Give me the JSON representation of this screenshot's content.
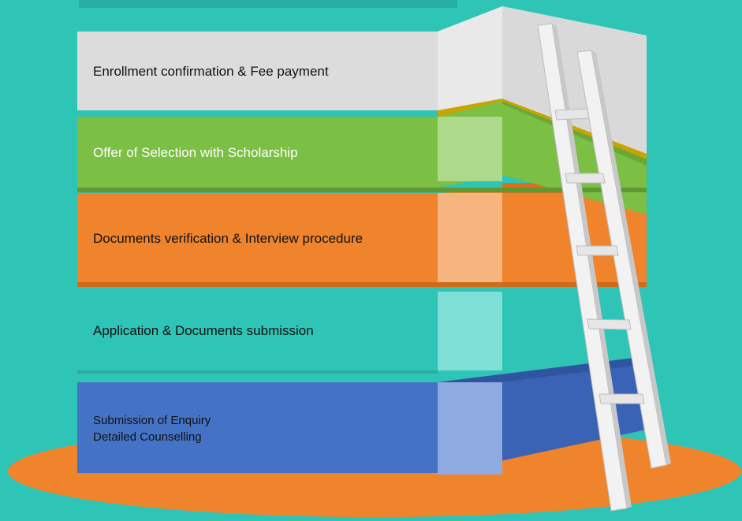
{
  "steps": [
    {
      "id": "step-1",
      "line1": "Submission of Enquiry",
      "line2": "Detailed Counselling"
    },
    {
      "id": "step-2",
      "label": "Application & Documents submission"
    },
    {
      "id": "step-3",
      "label": "Documents verification & Interview procedure"
    },
    {
      "id": "step-4",
      "label": "Offer of Selection with Scholarship"
    },
    {
      "id": "step-5",
      "label": "Enrollment confirmation & Fee payment"
    }
  ],
  "colors": {
    "background": "#2ec4b6",
    "platform": "#f0842c",
    "step-1": "#4472c4",
    "step-2": "#2ec4b6",
    "step-3": "#f0842c",
    "step-4": "#7bbf44",
    "step-5": "#dcdcdc",
    "ladder": "#e8e8e8"
  },
  "icons": {
    "ladder": "ladder-icon"
  }
}
